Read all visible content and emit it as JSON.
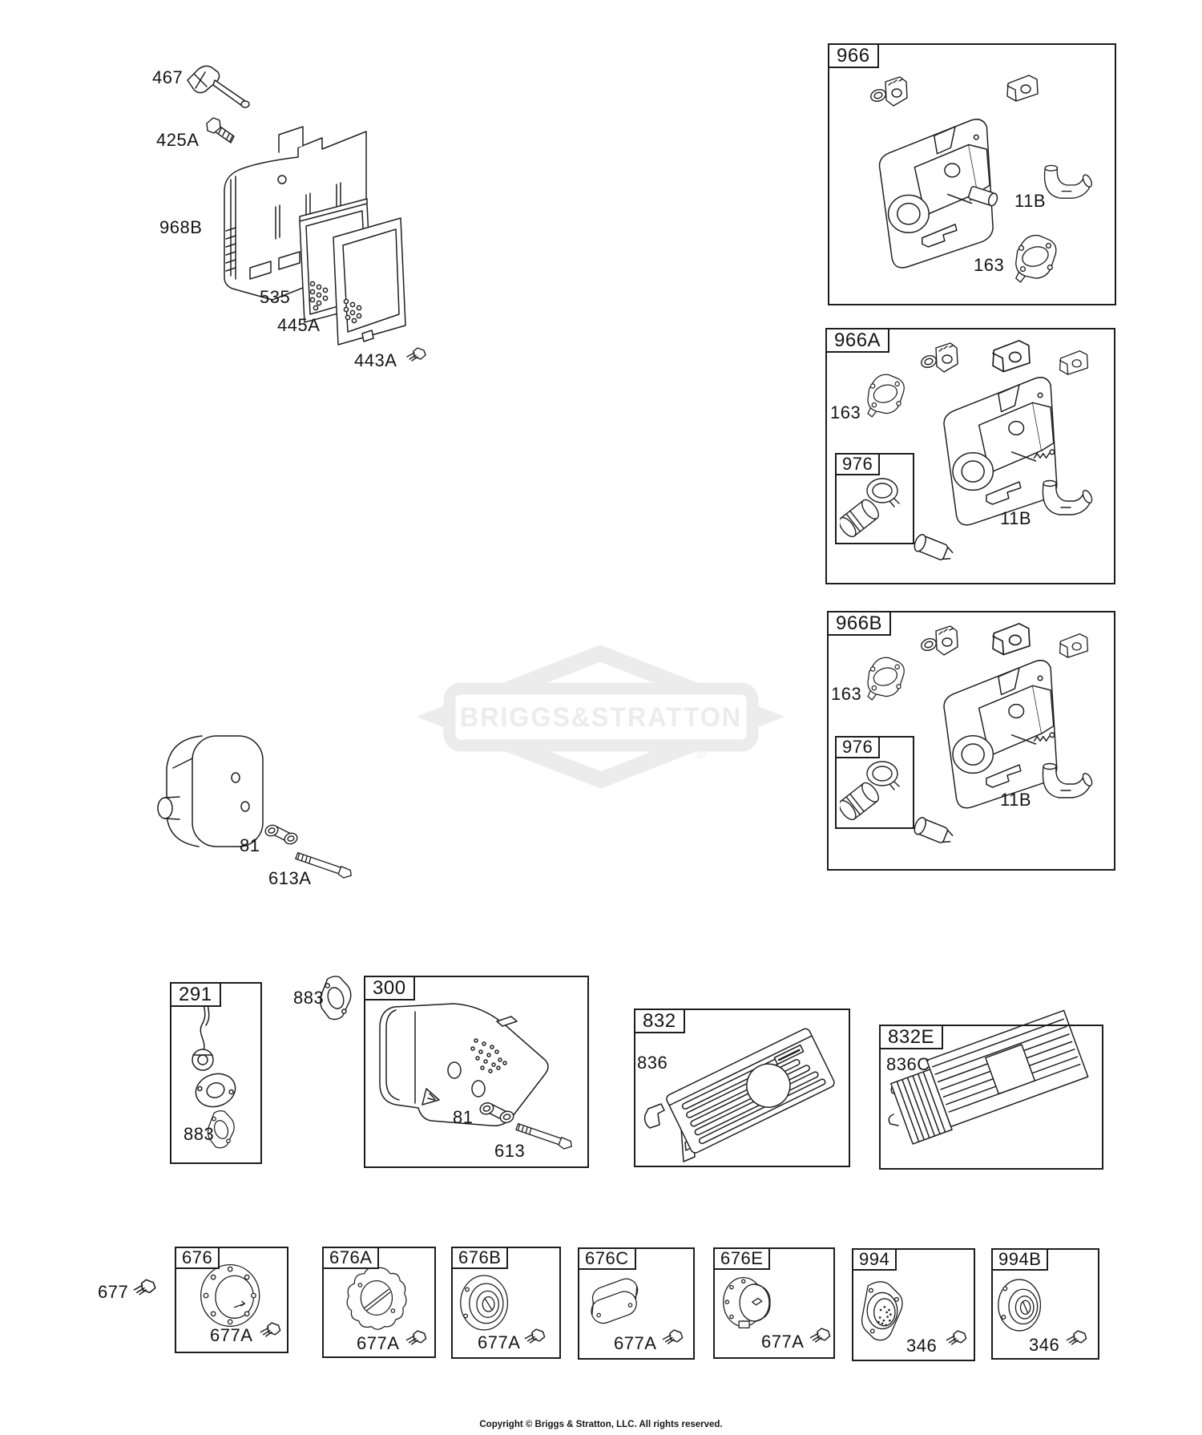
{
  "watermark": {
    "brand": "BRIGGS&STRATTON",
    "registered": "®",
    "color": "#ececec"
  },
  "footer": {
    "copyright": "Copyright © Briggs & Stratton, LLC. All rights reserved."
  },
  "colors": {
    "line": "#1f1f1f",
    "background": "#ffffff"
  },
  "air_cleaner": {
    "c467": "467",
    "c425a": "425A",
    "c968b": "968B",
    "c535": "535",
    "c445a": "445A",
    "c443a": "443A"
  },
  "exhaust": {
    "c81": "81",
    "c613a": "613A"
  },
  "loose": {
    "c883": "883",
    "c677": "677"
  },
  "boxes": {
    "b966": {
      "label": "966",
      "c11b": "11B",
      "c163": "163"
    },
    "b966a": {
      "label": "966A",
      "c163": "163",
      "c976": "976",
      "c11b": "11B"
    },
    "b966b": {
      "label": "966B",
      "c163": "163",
      "c976": "976",
      "c11b": "11B"
    },
    "b291": {
      "label": "291",
      "c883": "883"
    },
    "b300": {
      "label": "300",
      "c81": "81",
      "c613": "613"
    },
    "b832": {
      "label": "832",
      "c836": "836"
    },
    "b832e": {
      "label": "832E",
      "c836c": "836C"
    },
    "b676": {
      "label": "676",
      "c677a": "677A"
    },
    "b676a": {
      "label": "676A",
      "c677a": "677A"
    },
    "b676b": {
      "label": "676B",
      "c677a": "677A"
    },
    "b676c": {
      "label": "676C",
      "c677a": "677A"
    },
    "b676e": {
      "label": "676E",
      "c677a": "677A"
    },
    "b994": {
      "label": "994",
      "c346": "346"
    },
    "b994b": {
      "label": "994B",
      "c346": "346"
    }
  }
}
